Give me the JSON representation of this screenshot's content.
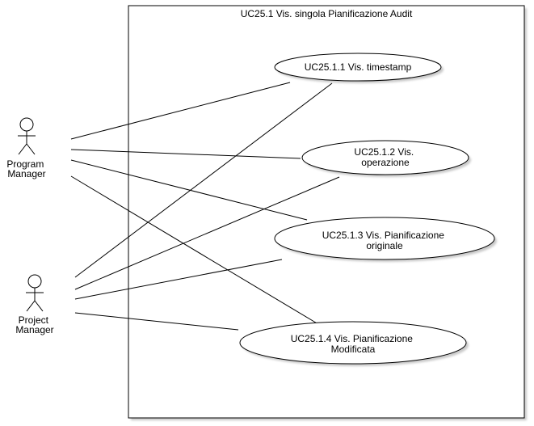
{
  "diagram": {
    "system": {
      "title": "UC25.1 Vis. singola Pianificazione Audit"
    },
    "actors": [
      {
        "id": "program_manager",
        "lines": [
          "Program",
          "Manager"
        ]
      },
      {
        "id": "project_manager",
        "lines": [
          "Project",
          "Manager"
        ]
      }
    ],
    "use_cases": [
      {
        "id": "uc1",
        "lines": [
          "UC25.1.1 Vis. timestamp"
        ]
      },
      {
        "id": "uc2",
        "lines": [
          "UC25.1.2 Vis.",
          "operazione"
        ]
      },
      {
        "id": "uc3",
        "lines": [
          "UC25.1.3 Vis. Pianificazione",
          "originale"
        ]
      },
      {
        "id": "uc4",
        "lines": [
          "UC25.1.4 Vis. Pianificazione",
          "Modificata"
        ]
      }
    ],
    "associations": [
      {
        "actor": "program_manager",
        "use_case": "uc1"
      },
      {
        "actor": "program_manager",
        "use_case": "uc2"
      },
      {
        "actor": "program_manager",
        "use_case": "uc3"
      },
      {
        "actor": "program_manager",
        "use_case": "uc4"
      },
      {
        "actor": "project_manager",
        "use_case": "uc1"
      },
      {
        "actor": "project_manager",
        "use_case": "uc2"
      },
      {
        "actor": "project_manager",
        "use_case": "uc3"
      },
      {
        "actor": "project_manager",
        "use_case": "uc4"
      }
    ]
  },
  "style": {
    "line_color": "#000000",
    "fill_color": "#ffffff",
    "shadow_color": "#9e9e9e"
  }
}
